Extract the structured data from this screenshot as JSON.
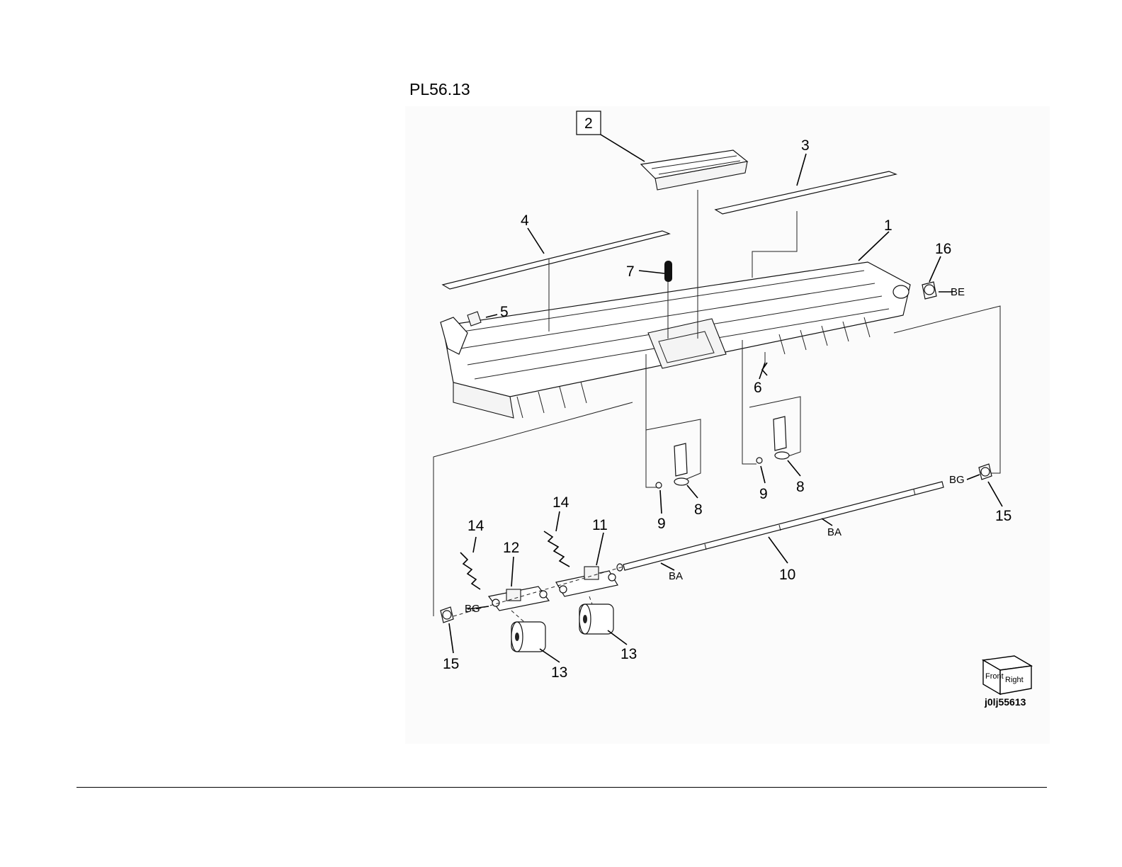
{
  "plate_title": "PL56.13",
  "figure_id": "j0lj55613",
  "orientation_cube": {
    "front": "Front",
    "right": "Right"
  },
  "callouts": [
    "1",
    "2",
    "3",
    "4",
    "5",
    "6",
    "7",
    "8",
    "8",
    "9",
    "9",
    "10",
    "11",
    "12",
    "13",
    "13",
    "14",
    "14",
    "15",
    "15",
    "16"
  ],
  "marks": [
    "BE",
    "BG",
    "BG",
    "BA",
    "BA"
  ]
}
